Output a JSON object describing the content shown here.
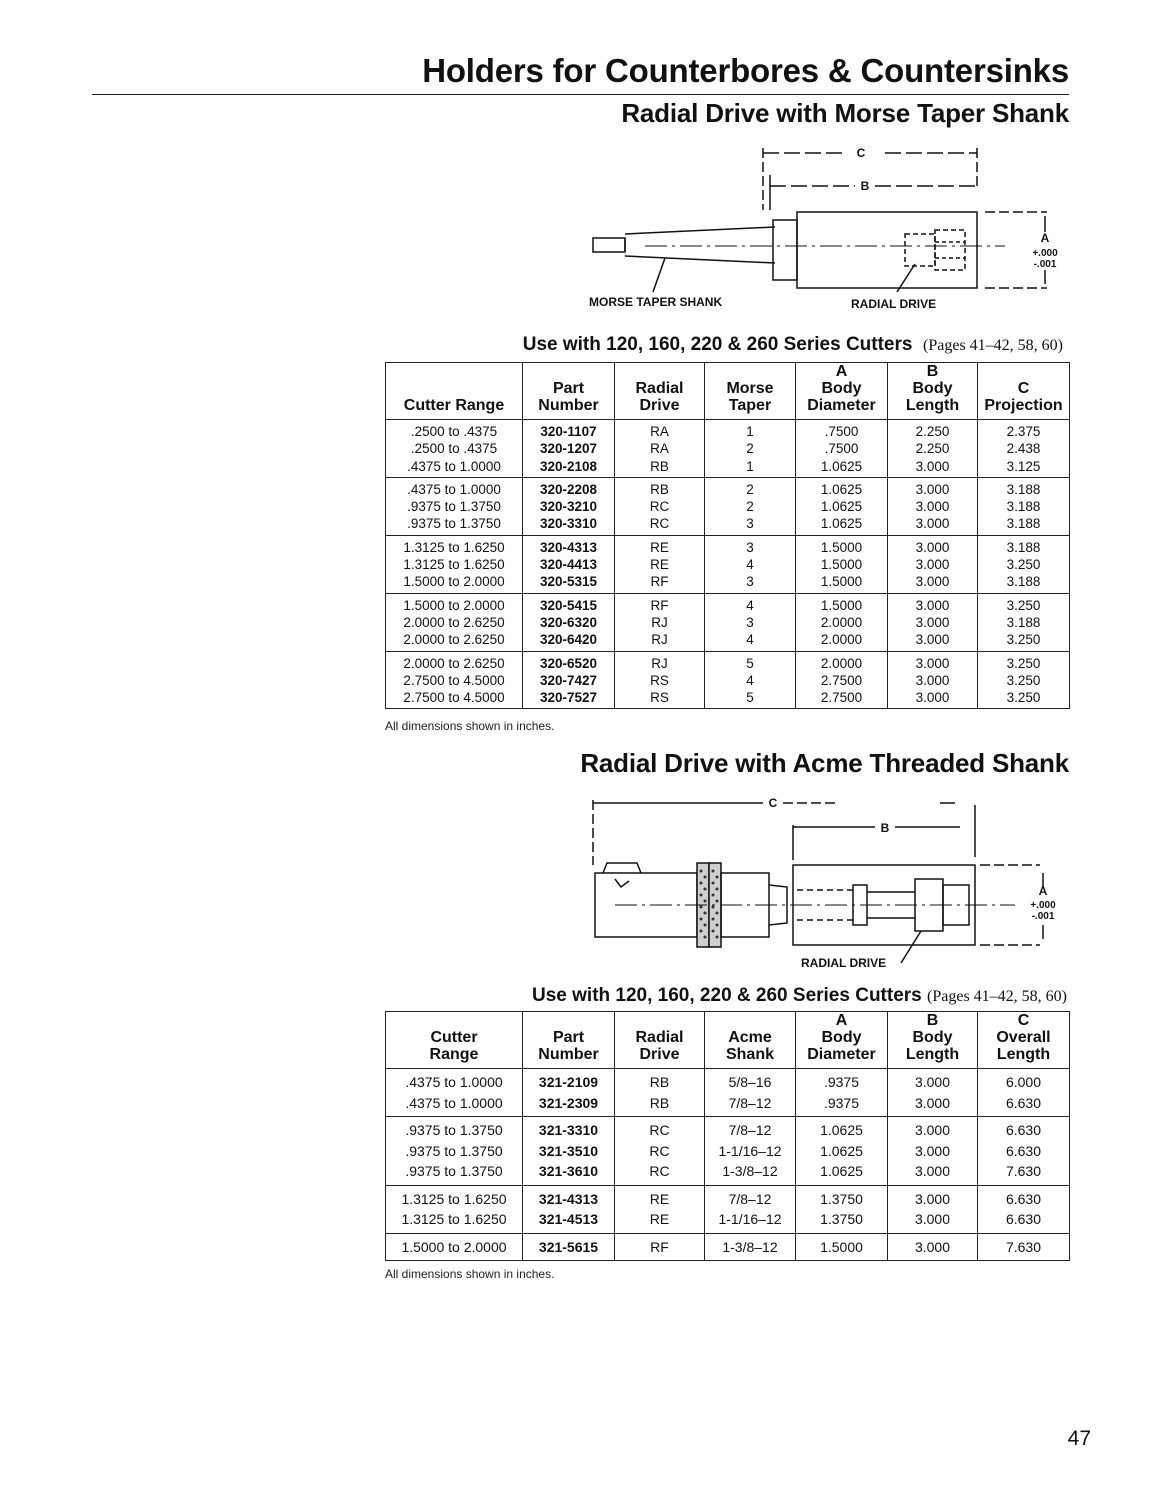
{
  "page": {
    "title": "Holders for Counterbores & Countersinks",
    "page_number": "47"
  },
  "section1": {
    "title": "Radial Drive with Morse Taper Shank",
    "diagram": {
      "label_c": "C",
      "label_b": "B",
      "label_a": "A",
      "label_tol_plus": "+.000",
      "label_tol_minus": "-.001",
      "label_shank": "MORSE TAPER SHANK",
      "label_drive": "RADIAL DRIVE"
    },
    "use_with": "Use with 120, 160, 220 & 260 Series Cutters",
    "pages": "(Pages 41–42, 58, 60)",
    "headers": [
      [
        "",
        "",
        "Cutter Range"
      ],
      [
        "",
        "Part",
        "Number"
      ],
      [
        "",
        "Radial",
        "Drive"
      ],
      [
        "",
        "Morse",
        "Taper"
      ],
      [
        "A",
        "Body",
        "Diameter"
      ],
      [
        "B",
        "Body",
        "Length"
      ],
      [
        "",
        "C",
        "Projection"
      ]
    ],
    "groups": [
      [
        [
          ".2500 to .4375",
          "320-1107",
          "RA",
          "1",
          ".7500",
          "2.250",
          "2.375"
        ],
        [
          ".2500 to .4375",
          "320-1207",
          "RA",
          "2",
          ".7500",
          "2.250",
          "2.438"
        ],
        [
          ".4375 to 1.0000",
          "320-2108",
          "RB",
          "1",
          "1.0625",
          "3.000",
          "3.125"
        ]
      ],
      [
        [
          ".4375 to 1.0000",
          "320-2208",
          "RB",
          "2",
          "1.0625",
          "3.000",
          "3.188"
        ],
        [
          ".9375 to 1.3750",
          "320-3210",
          "RC",
          "2",
          "1.0625",
          "3.000",
          "3.188"
        ],
        [
          ".9375 to 1.3750",
          "320-3310",
          "RC",
          "3",
          "1.0625",
          "3.000",
          "3.188"
        ]
      ],
      [
        [
          "1.3125 to 1.6250",
          "320-4313",
          "RE",
          "3",
          "1.5000",
          "3.000",
          "3.188"
        ],
        [
          "1.3125 to 1.6250",
          "320-4413",
          "RE",
          "4",
          "1.5000",
          "3.000",
          "3.250"
        ],
        [
          "1.5000 to 2.0000",
          "320-5315",
          "RF",
          "3",
          "1.5000",
          "3.000",
          "3.188"
        ]
      ],
      [
        [
          "1.5000 to 2.0000",
          "320-5415",
          "RF",
          "4",
          "1.5000",
          "3.000",
          "3.250"
        ],
        [
          "2.0000 to 2.6250",
          "320-6320",
          "RJ",
          "3",
          "2.0000",
          "3.000",
          "3.188"
        ],
        [
          "2.0000 to 2.6250",
          "320-6420",
          "RJ",
          "4",
          "2.0000",
          "3.000",
          "3.250"
        ]
      ],
      [
        [
          "2.0000 to 2.6250",
          "320-6520",
          "RJ",
          "5",
          "2.0000",
          "3.000",
          "3.250"
        ],
        [
          "2.7500 to 4.5000",
          "320-7427",
          "RS",
          "4",
          "2.7500",
          "3.000",
          "3.250"
        ],
        [
          "2.7500 to 4.5000",
          "320-7527",
          "RS",
          "5",
          "2.7500",
          "3.000",
          "3.250"
        ]
      ]
    ],
    "note": "All dimensions shown in inches."
  },
  "section2": {
    "title": "Radial Drive with Acme Threaded Shank",
    "diagram": {
      "label_c": "C",
      "label_b": "B",
      "label_a": "A",
      "label_tol_plus": "+.000",
      "label_tol_minus": "-.001",
      "label_drive": "RADIAL DRIVE"
    },
    "use_with": "Use with 120, 160, 220 & 260 Series Cutters",
    "pages": "(Pages 41–42, 58, 60)",
    "headers": [
      [
        "",
        "Cutter",
        "Range"
      ],
      [
        "",
        "Part",
        "Number"
      ],
      [
        "",
        "Radial",
        "Drive"
      ],
      [
        "",
        "Acme",
        "Shank"
      ],
      [
        "A",
        "Body",
        "Diameter"
      ],
      [
        "B",
        "Body",
        "Length"
      ],
      [
        "C",
        "Overall",
        "Length"
      ]
    ],
    "groups": [
      [
        [
          ".4375 to 1.0000",
          "321-2109",
          "RB",
          "5/8–16",
          ".9375",
          "3.000",
          "6.000"
        ],
        [
          ".4375 to 1.0000",
          "321-2309",
          "RB",
          "7/8–12",
          ".9375",
          "3.000",
          "6.630"
        ]
      ],
      [
        [
          ".9375 to 1.3750",
          "321-3310",
          "RC",
          "7/8–12",
          "1.0625",
          "3.000",
          "6.630"
        ],
        [
          ".9375 to 1.3750",
          "321-3510",
          "RC",
          "1-1/16–12",
          "1.0625",
          "3.000",
          "6.630"
        ],
        [
          ".9375 to 1.3750",
          "321-3610",
          "RC",
          "1-3/8–12",
          "1.0625",
          "3.000",
          "7.630"
        ]
      ],
      [
        [
          "1.3125 to 1.6250",
          "321-4313",
          "RE",
          "7/8–12",
          "1.3750",
          "3.000",
          "6.630"
        ],
        [
          "1.3125 to 1.6250",
          "321-4513",
          "RE",
          "1-1/16–12",
          "1.3750",
          "3.000",
          "6.630"
        ]
      ],
      [
        [
          "1.5000 to 2.0000",
          "321-5615",
          "RF",
          "1-3/8–12",
          "1.5000",
          "3.000",
          "7.630"
        ]
      ]
    ],
    "note": "All dimensions shown in inches."
  }
}
